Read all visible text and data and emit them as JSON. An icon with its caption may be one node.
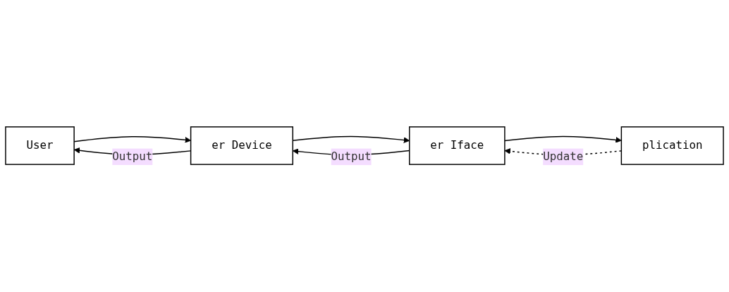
{
  "diagram": {
    "nodes": [
      {
        "text": [
          "User"
        ]
      },
      {
        "text": [
          "er Device"
        ]
      },
      {
        "text": [
          "er Iface"
        ]
      },
      {
        "text": [
          "plication"
        ]
      }
    ],
    "edges": [
      {
        "from": 0,
        "to": 1,
        "arrow": "to"
      },
      {
        "from": 1,
        "to": 2,
        "arrow": "to"
      },
      {
        "from": 2,
        "to": 3,
        "arrow": "to"
      },
      {
        "from": 1,
        "to": 0,
        "arrow": "to",
        "label": "Output"
      },
      {
        "from": 2,
        "to": 1,
        "arrow": "to",
        "label": "Output"
      },
      {
        "from": 3,
        "to": 2,
        "arrow": "to",
        "label": "Update",
        "style": "dashed"
      }
    ]
  }
}
